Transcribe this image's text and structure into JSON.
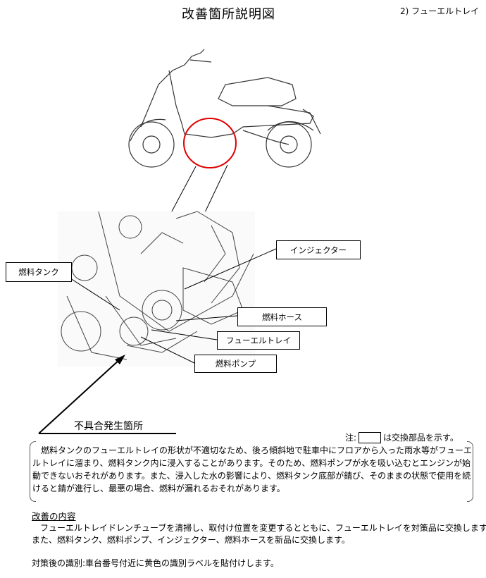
{
  "header": {
    "title": "改善箇所説明図",
    "subtitle": "2) フューエルトレイ"
  },
  "labels": {
    "fuel_tank": "燃料タンク",
    "injector": "インジェクター",
    "fuel_hose": "燃料ホース",
    "fuel_tray": "フューエルトレイ",
    "fuel_pump": "燃料ポンプ"
  },
  "defect_location": "不具合発生箇所",
  "note": {
    "prefix": "注:",
    "suffix": "は交換部品を示す。"
  },
  "description": "　燃料タンクのフューエルトレイの形状が不適切なため、後ろ傾斜地で駐車中にフロアから入った雨水等がフューエルトレイに溜まり、燃料タンク内に浸入することがあります。そのため、燃料ポンプが水を吸い込むとエンジンが始動できないおそれがあります。また、浸入した水の影響により、燃料タンク底部が錆び、そのままの状態で使用を続けると錆が進行し、最悪の場合、燃料が漏れるおそれがあります。",
  "improvement": {
    "heading": "改善の内容",
    "line1": "　フューエルトレイドレンチューブを清掃し、取付け位置を変更するとともに、フューエルトレイを対策品に交換します。",
    "line2": "また、燃料タンク、燃料ポンプ、インジェクター、燃料ホースを新品に交換します。",
    "identification": "対策後の識別:車台番号付近に黄色の識別ラベルを貼付けします。"
  },
  "colors": {
    "highlight_circle": "#e00000"
  }
}
